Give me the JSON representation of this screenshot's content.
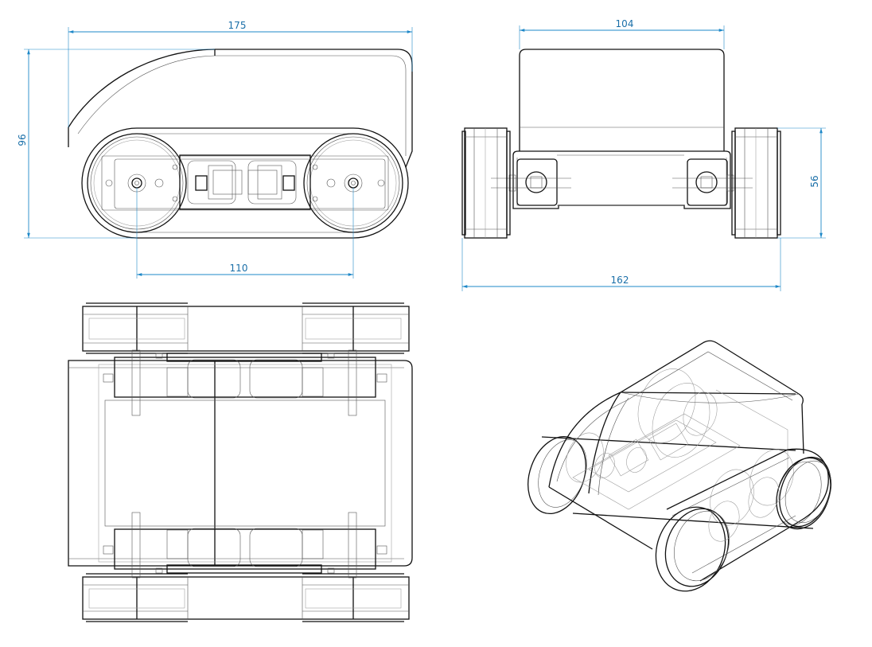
{
  "dimensions": {
    "side_length": "175",
    "side_height": "96",
    "wheel_base": "110",
    "front_body_width": "104",
    "front_height": "56",
    "front_total_width": "162"
  },
  "colors": {
    "line": "#111111",
    "thin": "#555555",
    "ghost": "#9a9a9a",
    "dimension": "#1e88c8",
    "dimension_text": "#1a6fa8",
    "background": "#ffffff"
  }
}
